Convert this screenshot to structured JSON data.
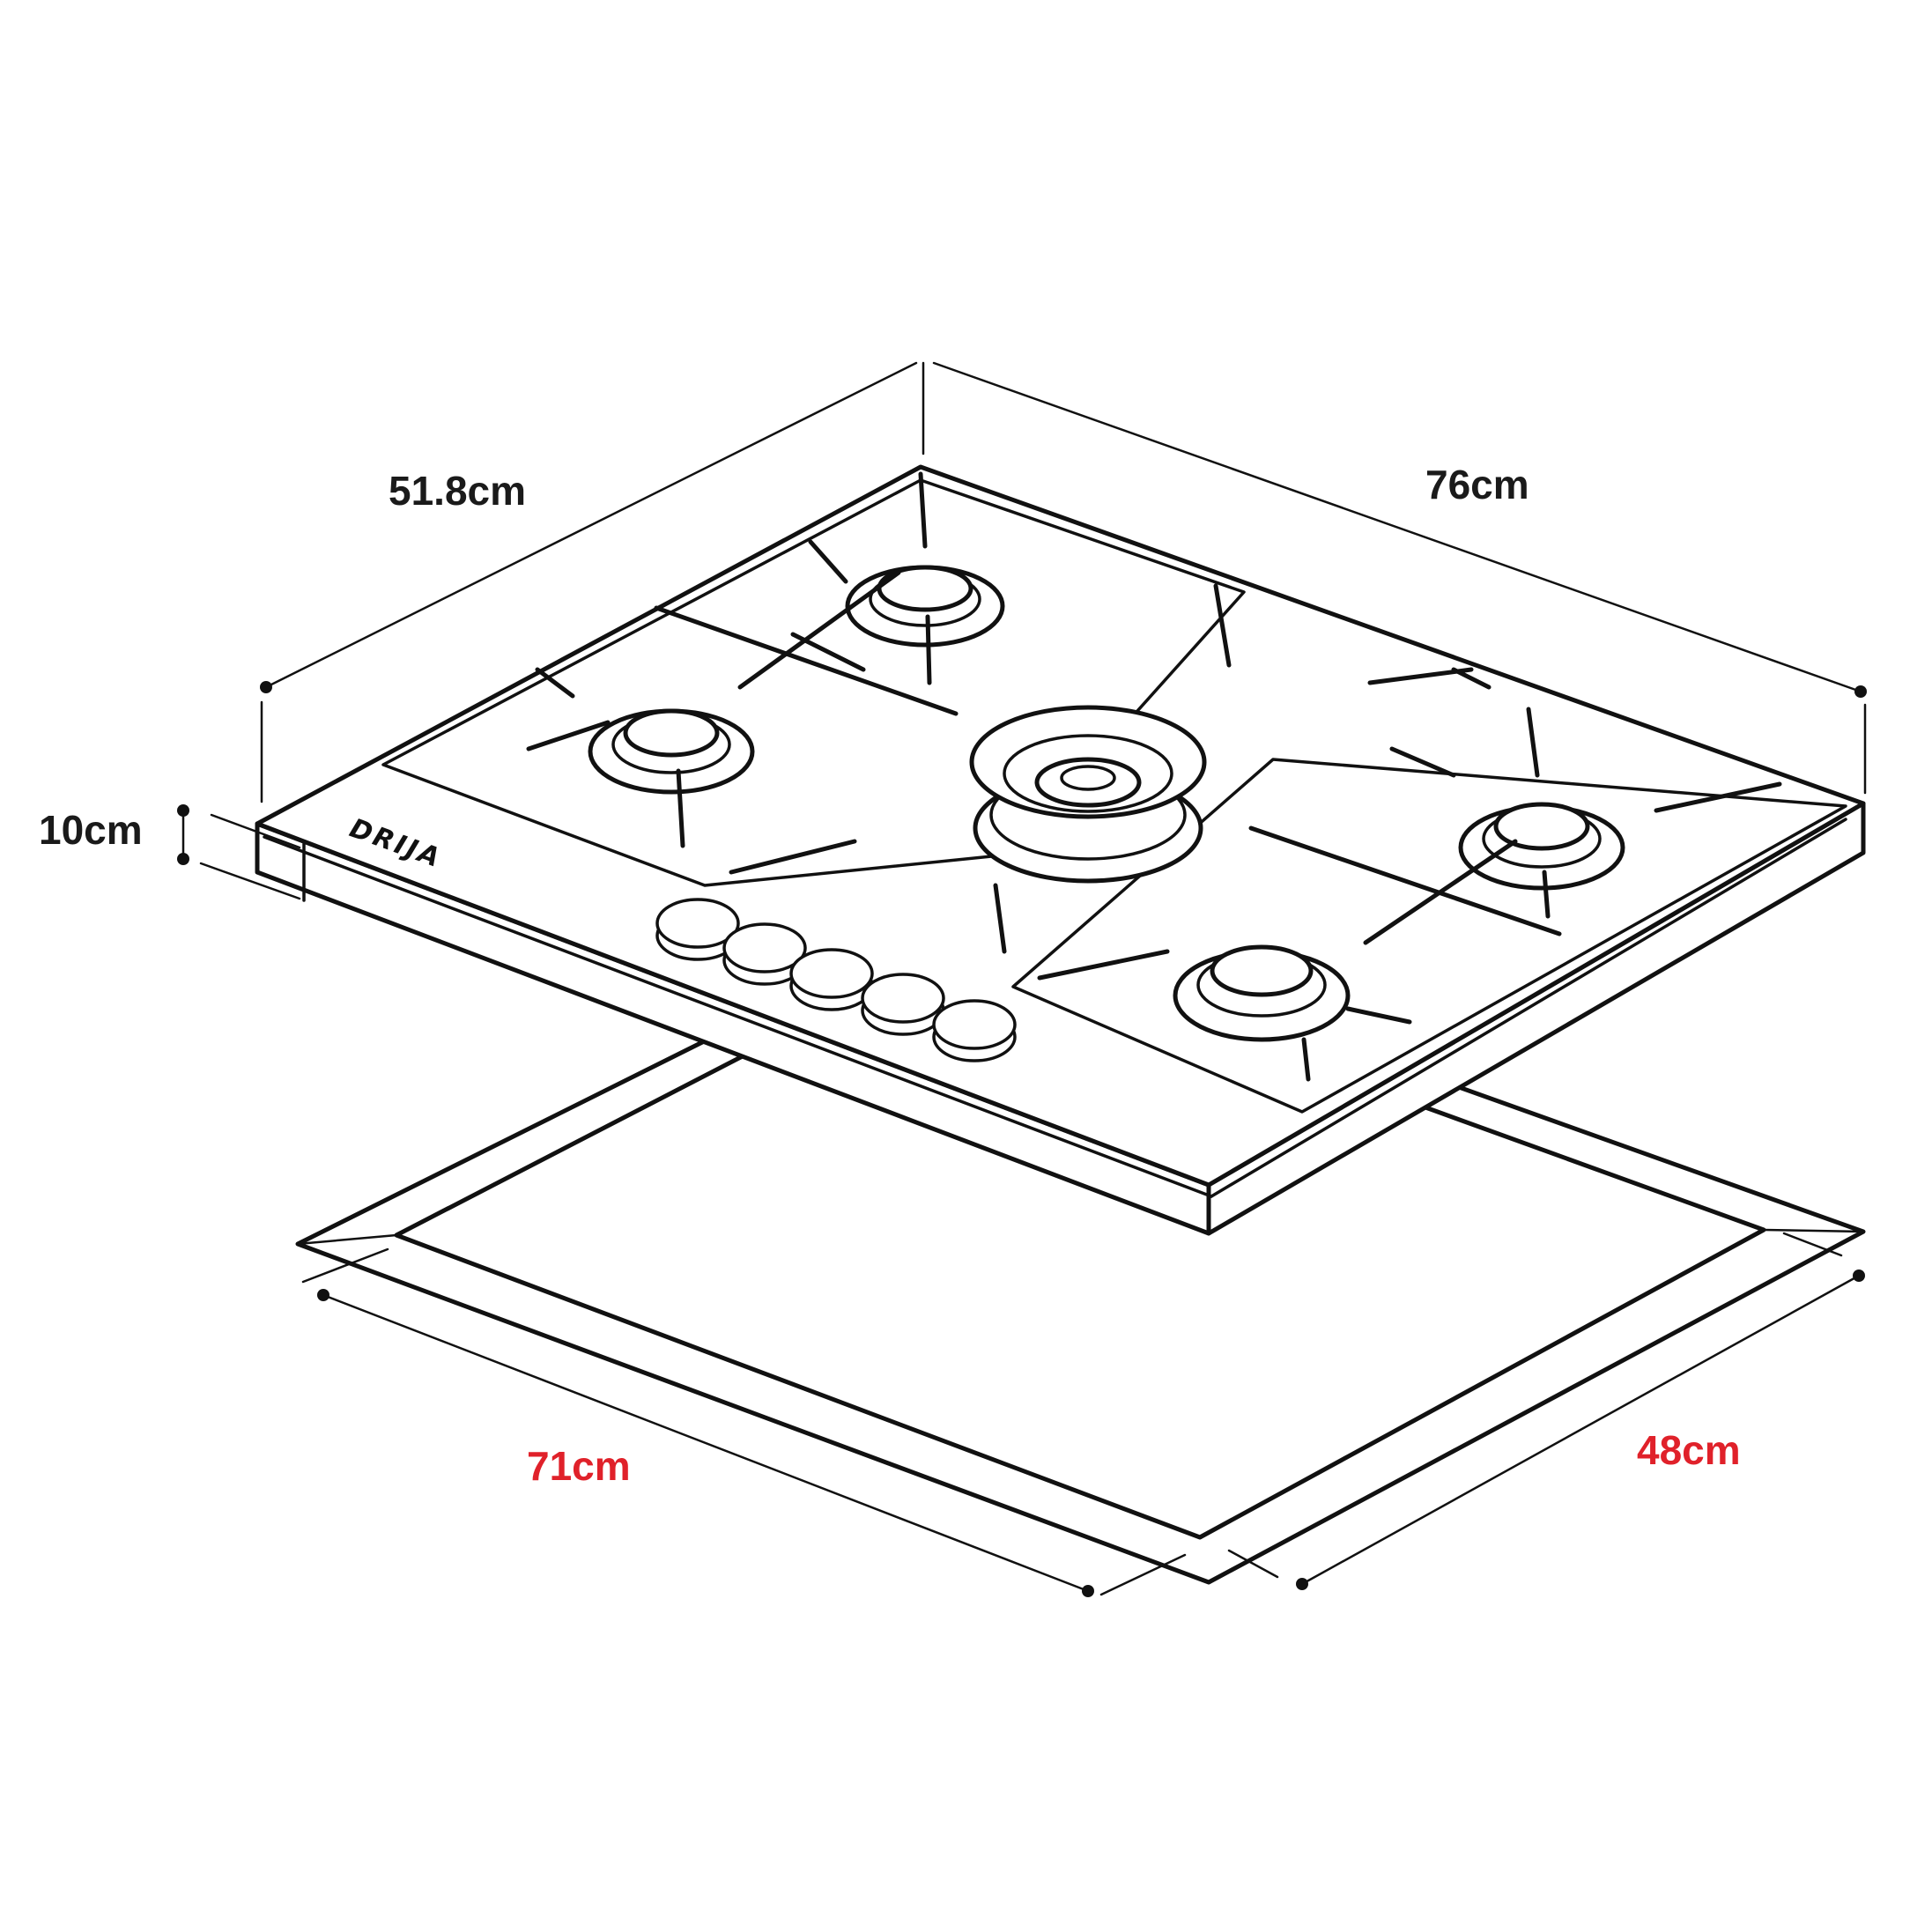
{
  "dimensions": {
    "depth": "51.8cm",
    "width": "76cm",
    "height": "10cm",
    "cutout_width": "71cm",
    "cutout_depth": "48cm"
  },
  "brand": "DRIJA",
  "colors": {
    "line": "#111111",
    "background": "#ffffff",
    "label_dark": "#1a1a1a",
    "label_accent": "#e0212a"
  },
  "parts": {
    "burners": 5,
    "knobs": 5
  }
}
